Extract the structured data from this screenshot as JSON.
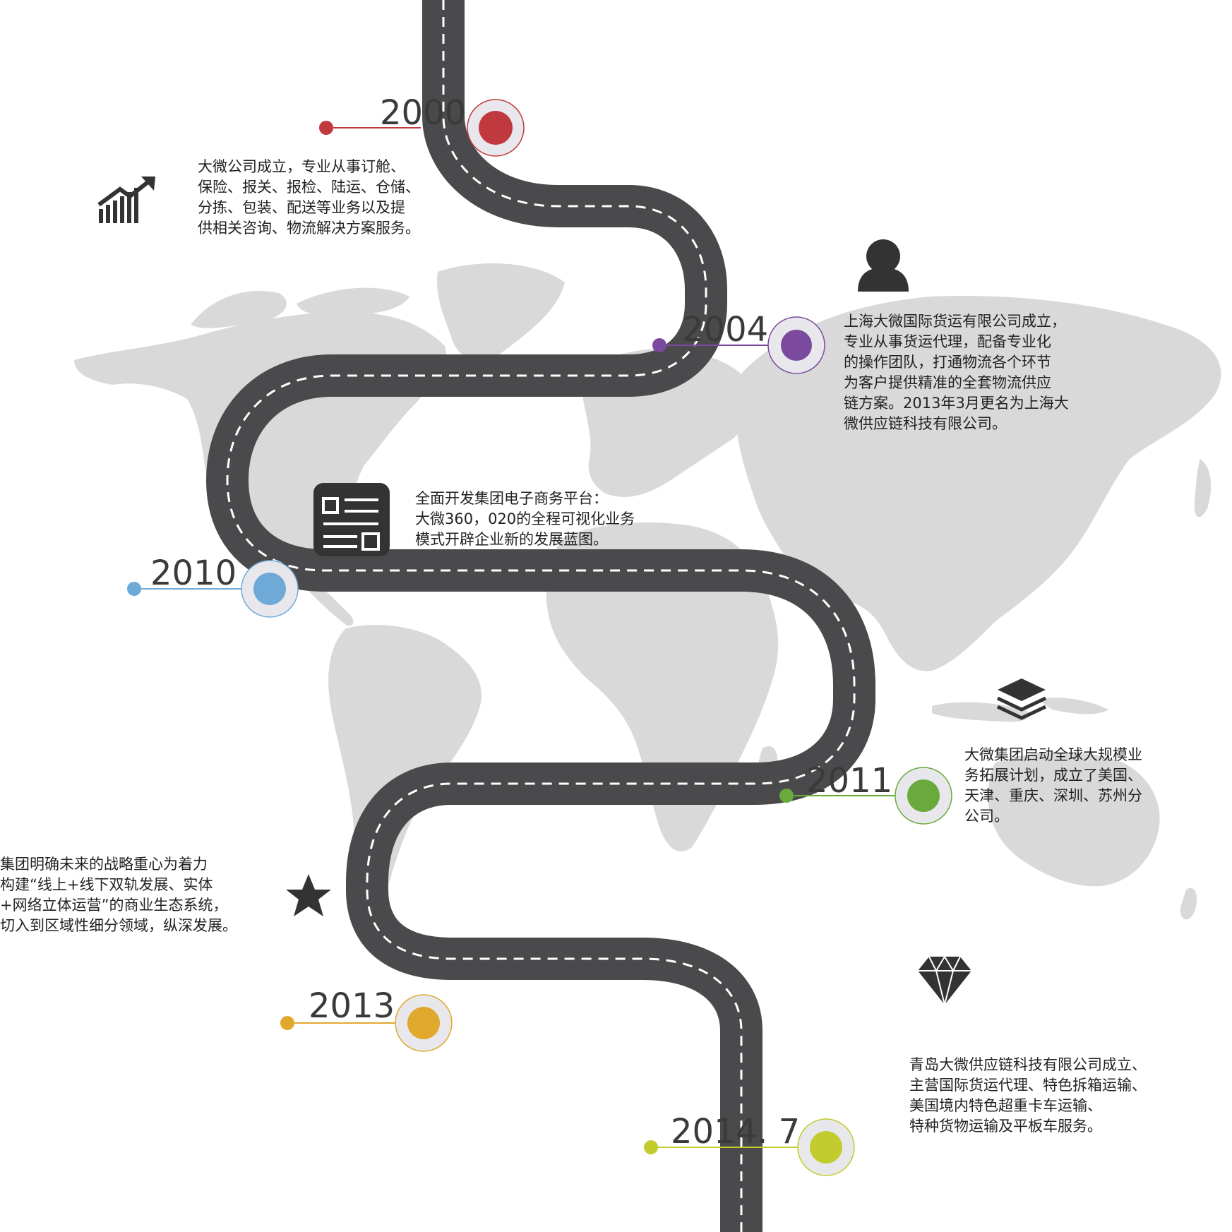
{
  "colors": {
    "road": "#4a4a4d",
    "lane": "#ffffff",
    "map": "#d9d9d9",
    "icon": "#333333",
    "m2000": "#c0393e",
    "m2004": "#7b4a9e",
    "m2010": "#6ea9d8",
    "m2011": "#6aaa3d",
    "m2013": "#e0a92e",
    "m2014": "#c2cc2e"
  },
  "milestones": [
    {
      "year": "2000",
      "lines": [
        "大微公司成立，专业从事订舱、",
        "保险、报关、报检、陆运、仓储、",
        "分拣、包装、配送等业务以及提",
        "供相关咨询、物流解决方案服务。"
      ],
      "icon": "growth-chart-icon"
    },
    {
      "year": "2004",
      "lines": [
        "上海大微国际货运有限公司成立，",
        "专业从事货运代理，配备专业化",
        "的操作团队，打通物流各个环节",
        "为客户提供精准的全套物流供应",
        "链方案。2013年3月更名为上海大",
        "微供应链科技有限公司。"
      ],
      "icon": "user-icon"
    },
    {
      "year": "2010",
      "lines": [
        "全面开发集团电子商务平台：",
        "大微360，020的全程可视化业务",
        "模式开辟企业新的发展蓝图。"
      ],
      "icon": "document-icon"
    },
    {
      "year": "2011",
      "lines": [
        "大微集团启动全球大规模业",
        "务拓展计划，成立了美国、",
        "天津、重庆、深圳、苏州分",
        "公司。"
      ],
      "icon": "layers-icon"
    },
    {
      "year": "2013",
      "lines": [
        "集团明确未来的战略重心为着力",
        "构建“线上+线下双轨发展、实体",
        "+网络立体运营”的商业生态系统，",
        "切入到区域性细分领域，纵深发展。"
      ],
      "icon": "star-icon"
    },
    {
      "year": "2014. 7",
      "lines": [
        "青岛大微供应链科技有限公司成立、",
        "主营国际货运代理、特色拆箱运输、",
        "美国境内特色超重卡车运输、",
        "特种货物运输及平板车服务。"
      ],
      "icon": "diamond-icon"
    }
  ]
}
